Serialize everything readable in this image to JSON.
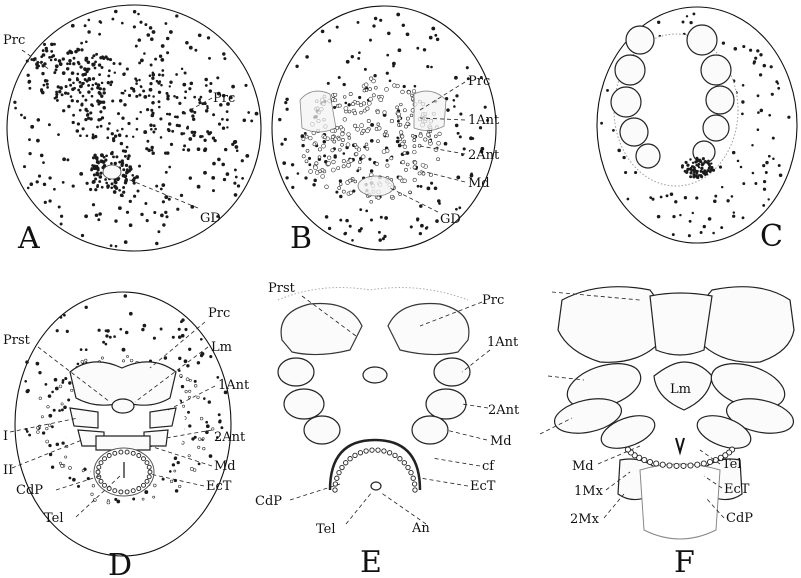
{
  "panels": {
    "A": {
      "letter": "A",
      "labels": {
        "prc1": "Prc",
        "prc2": "Prc",
        "gd": "GD"
      }
    },
    "B": {
      "letter": "B",
      "labels": {
        "prc": "Prc",
        "ant1": "1Ant",
        "ant2": "2Ant",
        "md": "Md",
        "gd": "GD"
      }
    },
    "C": {
      "letter": "C",
      "labels": {}
    },
    "D": {
      "letter": "D",
      "labels": {
        "prst": "Prst",
        "prc": "Prc",
        "lm": "Lm",
        "ant1": "1Ant",
        "i": "I",
        "ant2": "2Ant",
        "ii": "II",
        "md": "Md",
        "cdp": "CdP",
        "ect": "EcT",
        "tel": "Tel"
      }
    },
    "E": {
      "letter": "E",
      "labels": {
        "prst": "Prst",
        "prc": "Prc",
        "ant1": "1Ant",
        "ant2": "2Ant",
        "md": "Md",
        "cf": "cf",
        "cdp": "CdP",
        "ect": "EcT",
        "tel": "Tel",
        "an": "An"
      }
    },
    "F": {
      "letter": "F",
      "labels": {
        "lm": "Lm",
        "md": "Md",
        "tel": "Tel",
        "mx1": "1Mx",
        "ect": "EcT",
        "mx2": "2Mx",
        "cdp": "CdP"
      }
    }
  }
}
